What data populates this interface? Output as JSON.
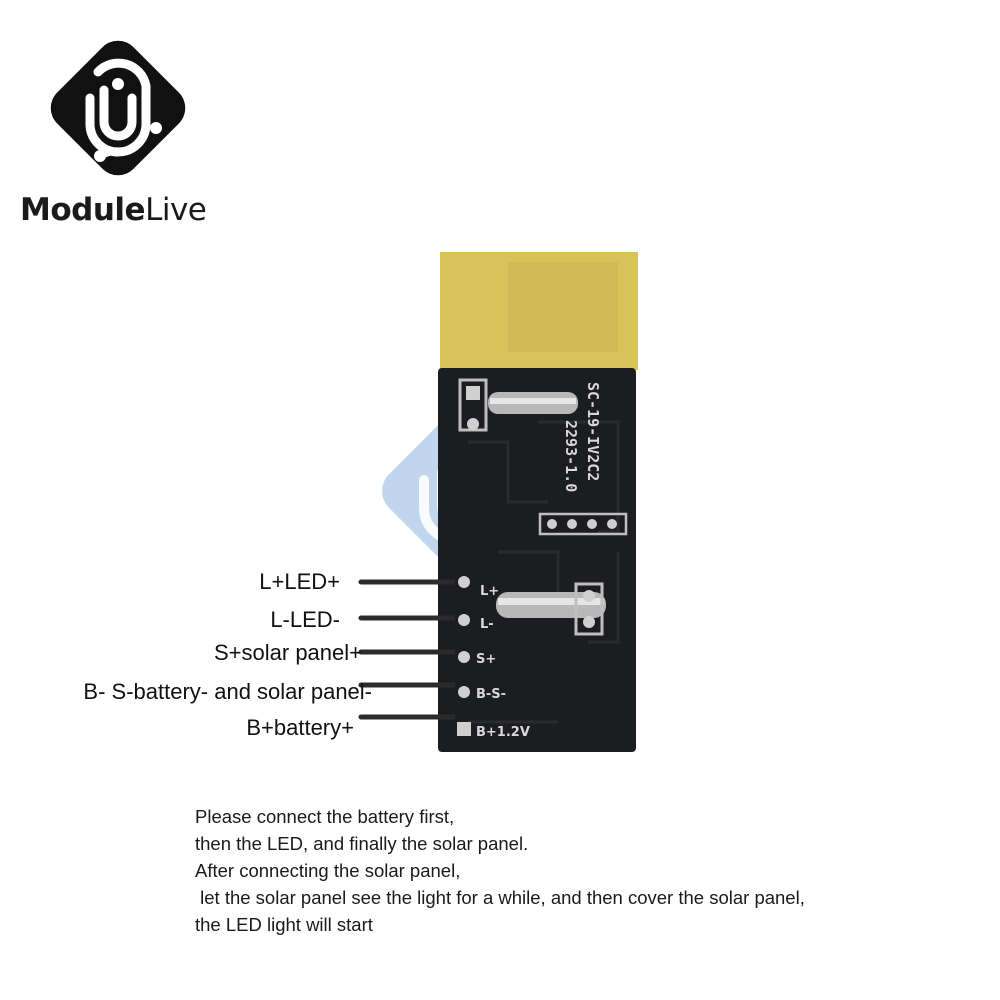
{
  "brand": {
    "name_bold": "Module",
    "name_light": "Live",
    "badge_color": "#111111",
    "watermark_color": "#8fb3e0"
  },
  "board": {
    "silkscreen_model": "SC-19-IV2C2",
    "silkscreen_date": "2293-1.0",
    "pad_L_plus": "L+",
    "pad_L_minus": "L-",
    "pad_S_plus": "S+",
    "pad_B_minus": "B-S-",
    "pad_B_plus": "B+1.2V",
    "pcb_color": "#1c1d20",
    "antenna_color": "#d8c25a"
  },
  "pins": [
    {
      "label": "L+LED+"
    },
    {
      "label": "L-LED-"
    },
    {
      "label": "S+solar panel+"
    },
    {
      "label": "B- S-battery- and solar panel-"
    },
    {
      "label": "B+battery+"
    }
  ],
  "instructions": [
    "Please connect the battery first,",
    "then the LED, and finally the solar panel.",
    "After connecting the solar panel,",
    " let the solar panel see the light for a while, and then cover the solar panel,",
    "the LED light will start"
  ]
}
